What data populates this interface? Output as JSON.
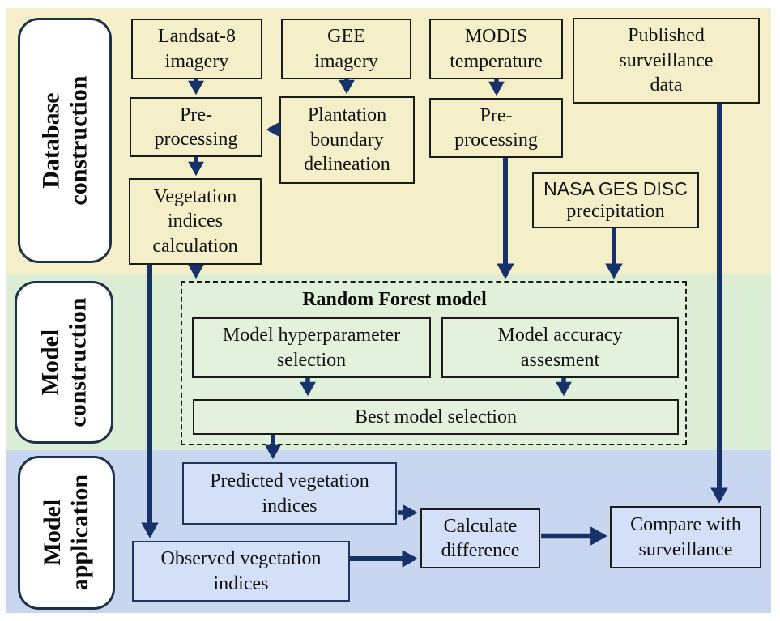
{
  "sections": {
    "database_construction": {
      "line1": "Database",
      "line2": "construction"
    },
    "model_construction": {
      "line1": "Model",
      "line2": "construction"
    },
    "model_application": {
      "line1": "Model",
      "line2": "application"
    }
  },
  "boxes": {
    "landsat": "Landsat-8\nimagery",
    "gee": "GEE\nimagery",
    "modis": "MODIS\ntemperature",
    "published": "Published\nsurveillance\ndata",
    "preprocessing_landsat": "Pre-\nprocessing",
    "plantation": "Plantation\nboundary\ndelineation",
    "preprocessing_modis": "Pre-\nprocessing",
    "nasa_line1": "NASA GES DISC",
    "nasa_line2": "precipitation",
    "vegetation": "Vegetation\nindices\ncalculation",
    "random_forest_title": "Random Forest model",
    "hyperparameter": "Model hyperparameter\nselection",
    "accuracy": "Model accuracy\nassesment",
    "best_model": "Best model selection",
    "predicted": "Predicted vegetation\nindices",
    "observed": "Observed vegetation\nindices",
    "calculate": "Calculate\ndifference",
    "compare": "Compare with\nsurveillance"
  },
  "colors": {
    "band_yellow": "#f4eec9",
    "band_green": "#dcedd6",
    "band_blue": "#c8d6f0",
    "arrow_navy": "#163269",
    "box_border": "#1b1b1b",
    "side_label_border": "#1e3247"
  }
}
